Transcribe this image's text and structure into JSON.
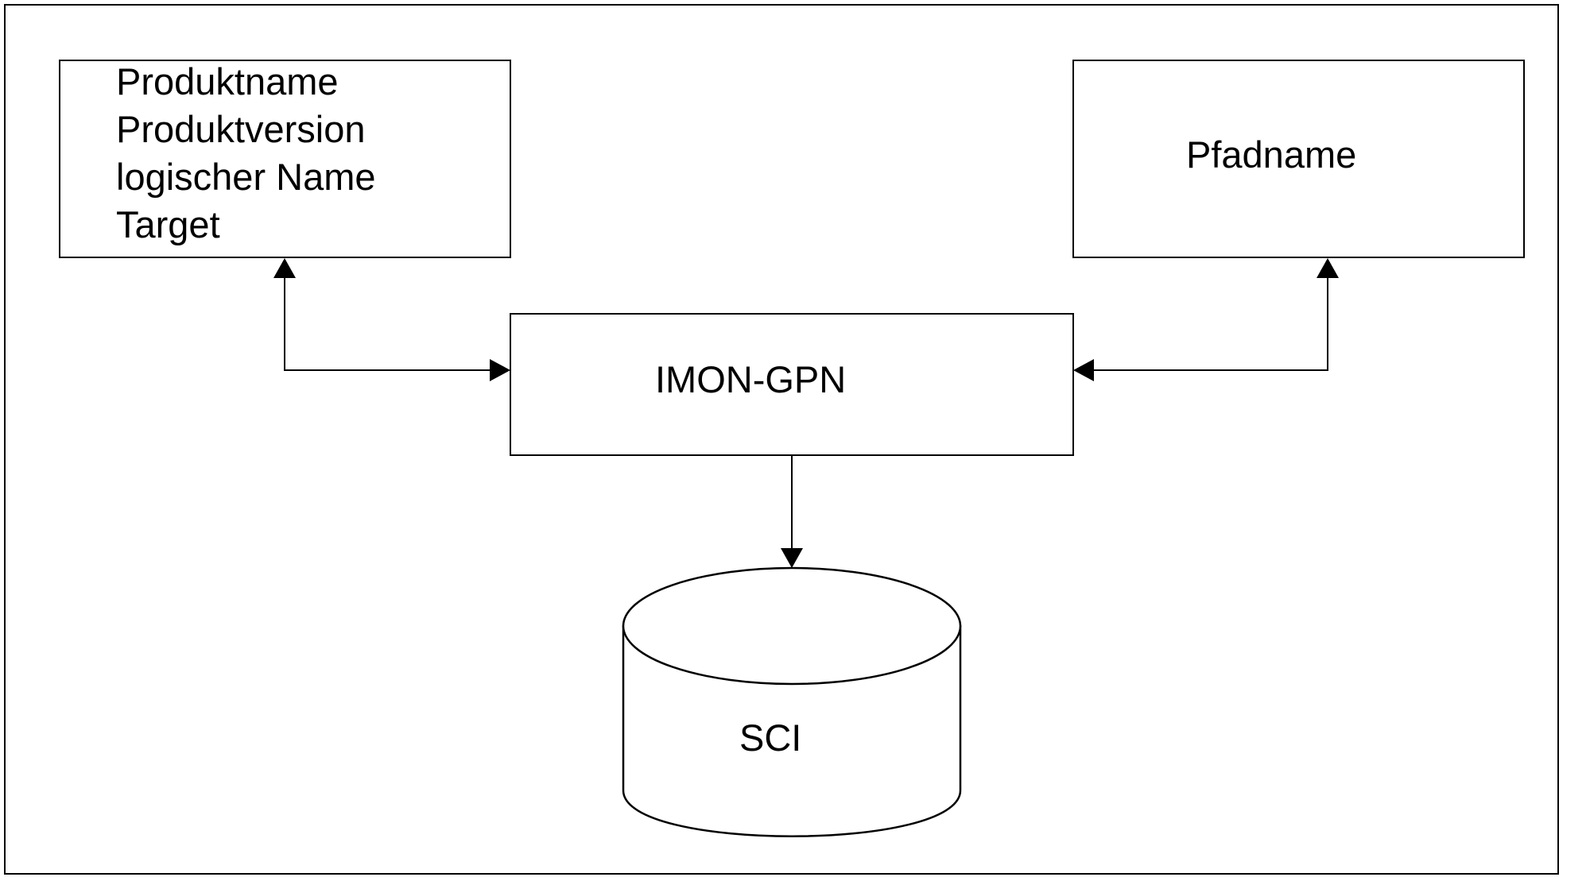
{
  "diagram": {
    "source_box": {
      "lines": [
        "Produktname",
        "Produktversion",
        "logischer Name",
        "Target"
      ]
    },
    "path_box": {
      "label": "Pfadname"
    },
    "center_box": {
      "label": "IMON-GPN"
    },
    "database": {
      "label": "SCI"
    },
    "colors": {
      "stroke": "#000000",
      "background": "#ffffff"
    },
    "icons": [
      "database-cylinder-icon",
      "arrowhead-icon"
    ]
  }
}
